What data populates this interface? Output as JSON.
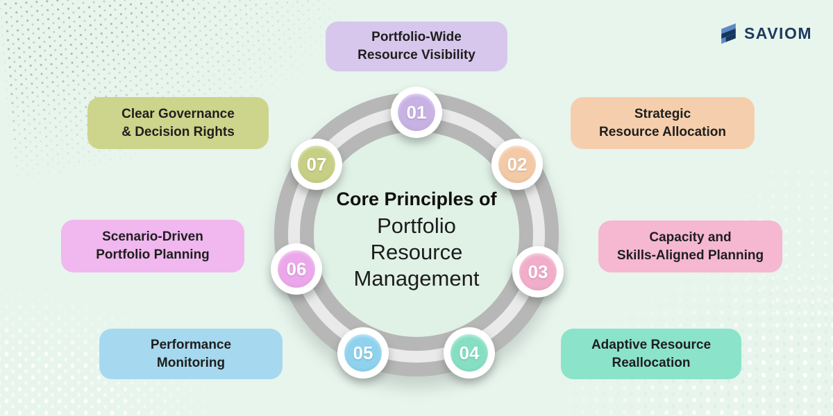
{
  "background_color": "#e7f5ed",
  "logo": {
    "text": "SAVIOM",
    "text_color": "#1d3a5e",
    "icon_light_color": "#5d89c7",
    "icon_dark_color": "#17365e"
  },
  "center_title": {
    "line_bold": "Core Principles of",
    "lines": [
      "Portfolio",
      "Resource",
      "Management"
    ]
  },
  "ring": {
    "band_color": "#b6b7b6",
    "stripe_color": "#e9eae9",
    "hole_color": "#e0f1e6"
  },
  "principles": [
    {
      "number": "01",
      "lines": [
        "Portfolio-Wide",
        "Resource Visibility"
      ],
      "box_color": "#d8c7ec",
      "circle_color": "#c7b2e3"
    },
    {
      "number": "02",
      "lines": [
        "Strategic",
        "Resource Allocation"
      ],
      "box_color": "#f5cfad",
      "circle_color": "#f3c9a6"
    },
    {
      "number": "03",
      "lines": [
        "Capacity and",
        "Skills-Aligned Planning"
      ],
      "box_color": "#f5b8d0",
      "circle_color": "#f1adc9"
    },
    {
      "number": "04",
      "lines": [
        "Adaptive Resource",
        "Reallocation"
      ],
      "box_color": "#8be3ca",
      "circle_color": "#86dfc2"
    },
    {
      "number": "05",
      "lines": [
        "Performance",
        "Monitoring"
      ],
      "box_color": "#a6d9ef",
      "circle_color": "#8fd2ee"
    },
    {
      "number": "06",
      "lines": [
        "Scenario-Driven",
        "Portfolio Planning"
      ],
      "box_color": "#f0b8ee",
      "circle_color": "#eba7ea"
    },
    {
      "number": "07",
      "lines": [
        "Clear Governance",
        "& Decision Rights"
      ],
      "box_color": "#cdd48b",
      "circle_color": "#c6cf83"
    }
  ]
}
